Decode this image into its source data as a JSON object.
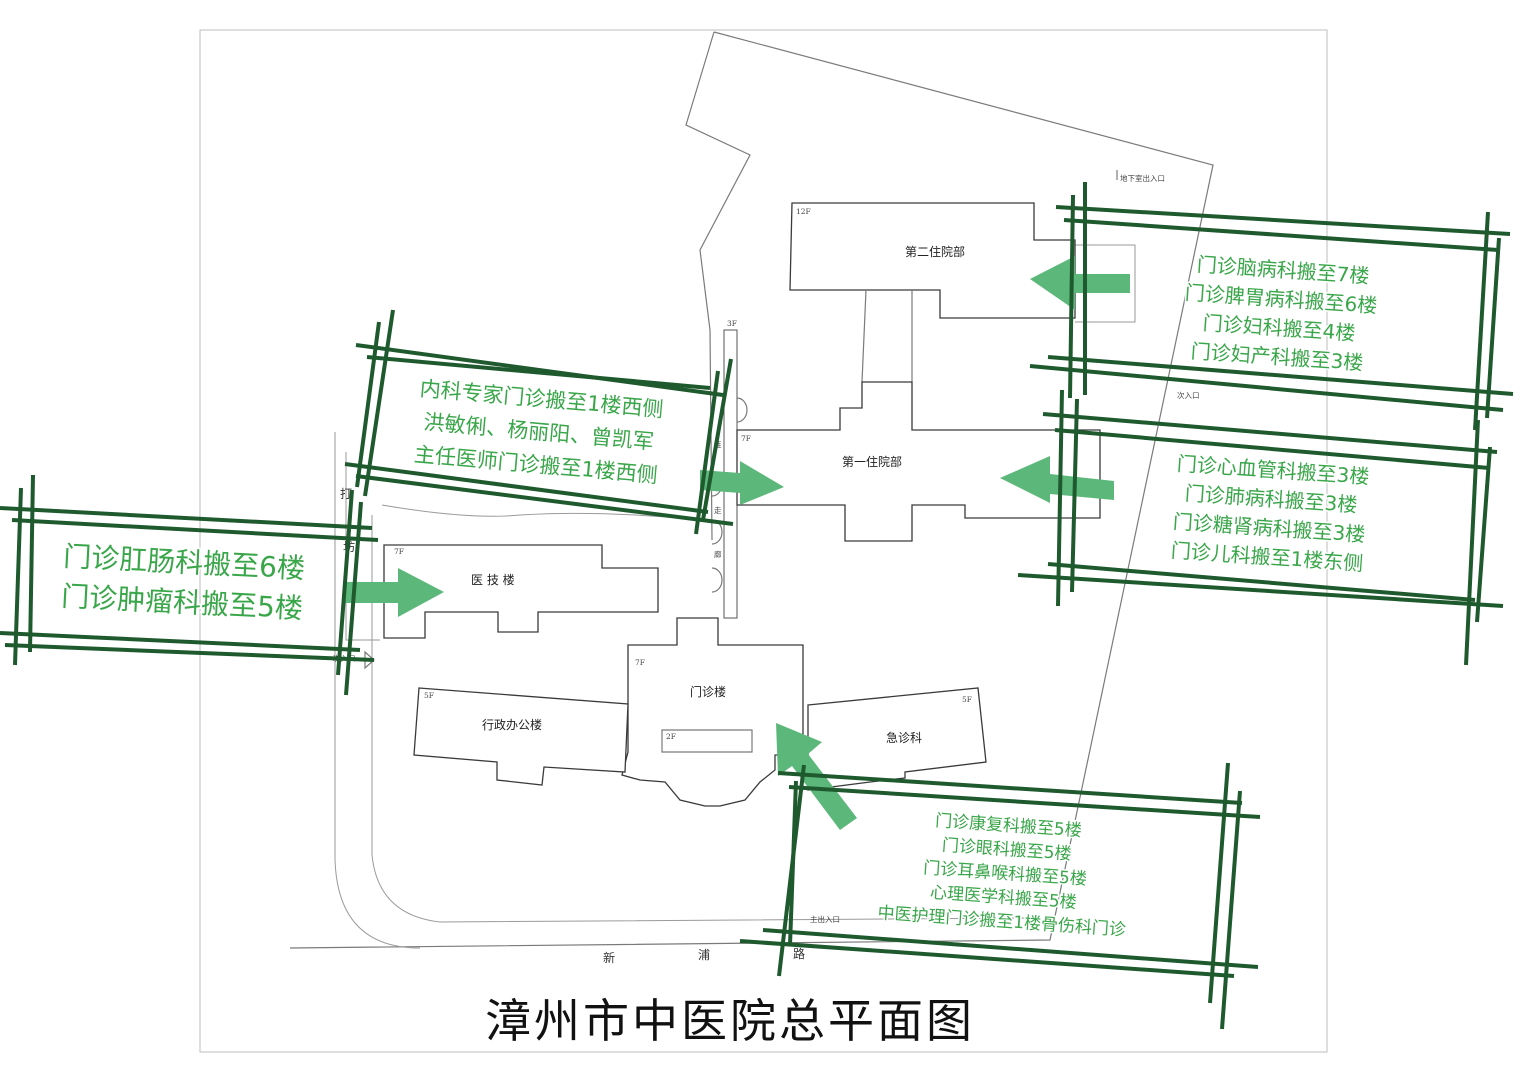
{
  "map": {
    "title": "漳州市中医院总平面图",
    "buildings": {
      "ward2": "第二住院部",
      "ward1": "第一住院部",
      "tech": "医 技 楼",
      "outpatient": "门诊楼",
      "admin": "行政办公楼",
      "emergency": "急诊科"
    },
    "floor_marks": {
      "ward2": "12F",
      "ward1": "7F",
      "tech": "7F",
      "outpatient": "7F",
      "outpatient_low": "2F",
      "admin": "5F",
      "emergency": "5F",
      "corridor": "3F"
    },
    "entrances": {
      "basement": "地下室出入口",
      "secondary_east": "次入口",
      "secondary_west": "次入口",
      "main": "主出入口"
    },
    "roads": {
      "south": [
        "新",
        "浦",
        "路"
      ],
      "west": [
        "打",
        "坊"
      ],
      "corridor": [
        "连",
        "走",
        "廊"
      ]
    },
    "colors": {
      "note_text": "#3aa64a",
      "arrow": "#5cb87a",
      "frame": "#1f5a2e"
    }
  },
  "notes": {
    "east_top": [
      "门诊脑病科搬至7楼",
      "门诊脾胃病科搬至6楼",
      "门诊妇科搬至4楼",
      "门诊妇产科搬至3楼"
    ],
    "east_mid": [
      "门诊心血管科搬至3楼",
      "门诊肺病科搬至3楼",
      "门诊糖肾病科搬至3楼",
      "门诊儿科搬至1楼东侧"
    ],
    "center_left": [
      "内科专家门诊搬至1楼西侧",
      "洪敏俐、杨丽阳、曾凯军",
      "主任医师门诊搬至1楼西侧"
    ],
    "west": [
      "门诊肛肠科搬至6楼",
      "门诊肿瘤科搬至5楼"
    ],
    "south": [
      "门诊康复科搬至5楼",
      "门诊眼科搬至5楼",
      "门诊耳鼻喉科搬至5楼",
      "心理医学科搬至5楼",
      "中医护理门诊搬至1楼骨伤科门诊"
    ]
  }
}
